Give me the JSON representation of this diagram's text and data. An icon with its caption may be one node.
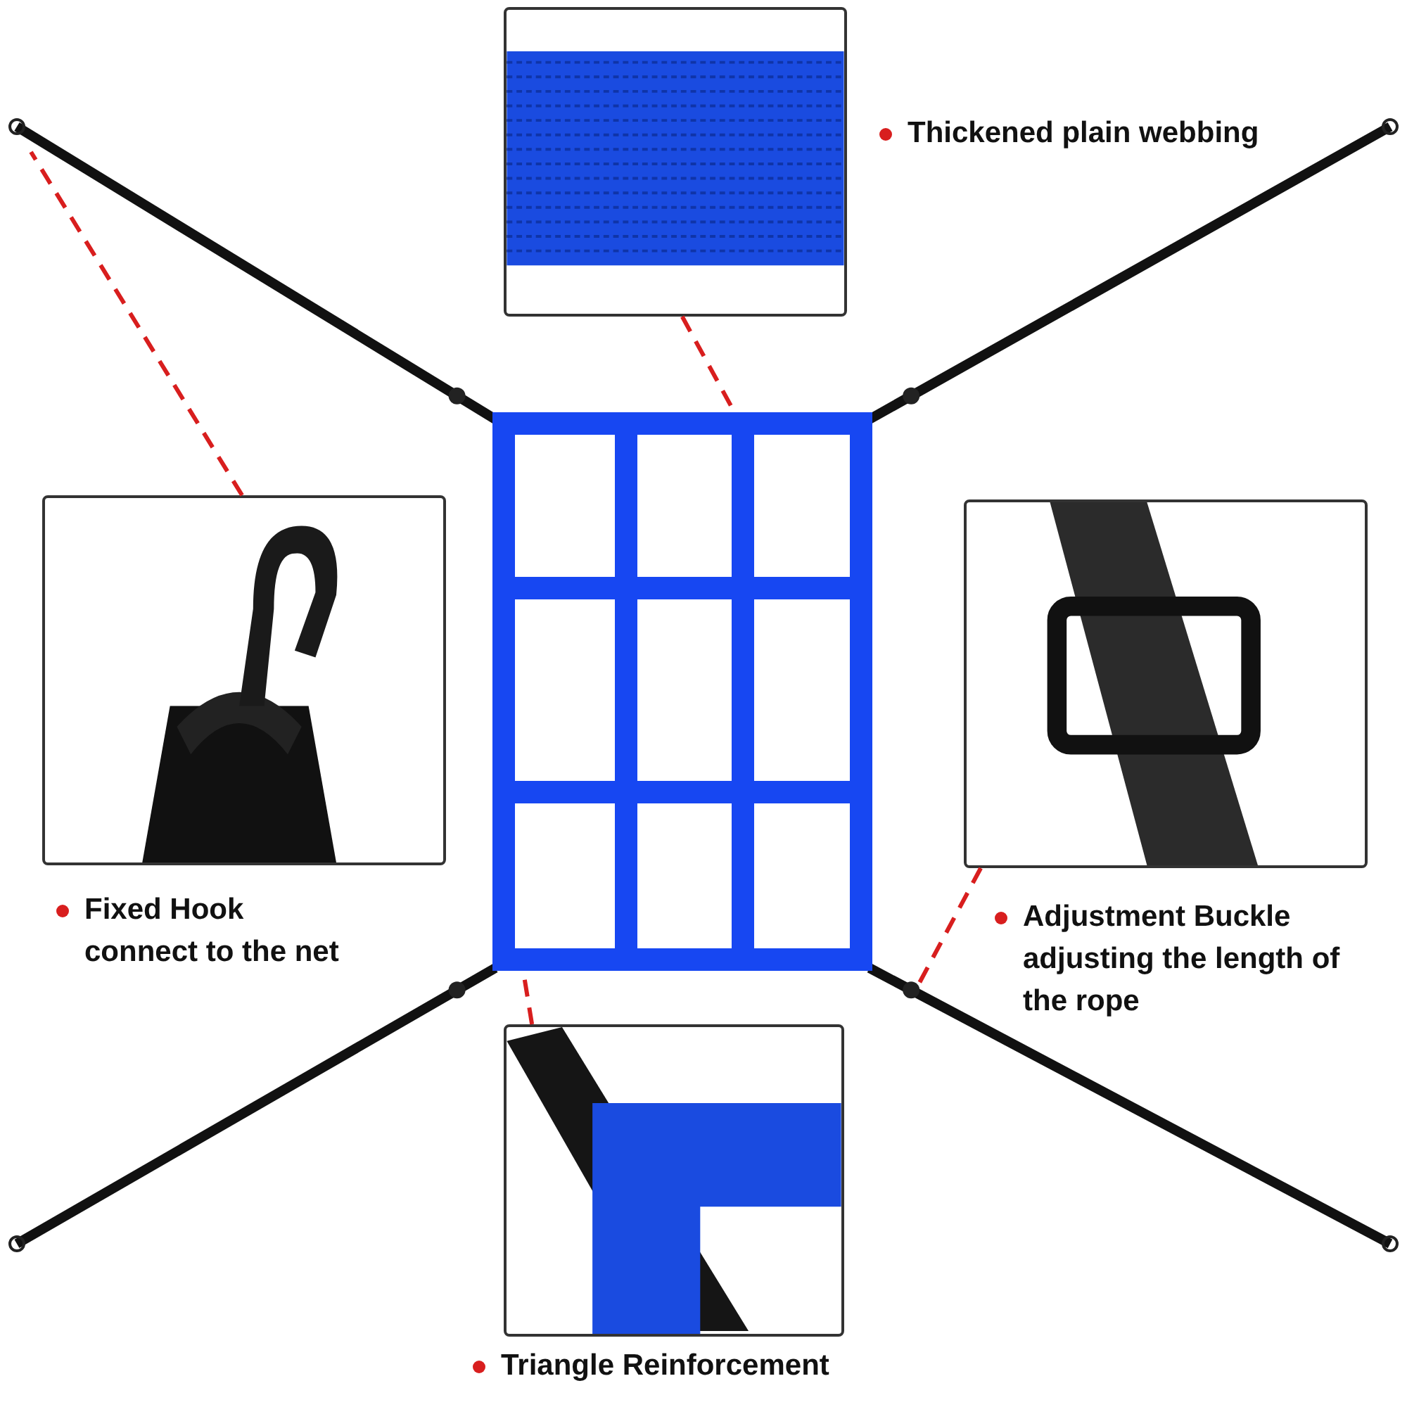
{
  "diagram": {
    "nodes": [
      {
        "text": [],
        "shape": "picture"
      },
      {
        "text": [],
        "shape": "picture",
        "beside": [
          "Thickened plain webbing"
        ]
      },
      {
        "text": [],
        "shape": "picture",
        "beside": [
          "Fixed Hook",
          "connect to the net"
        ]
      },
      {
        "text": [],
        "shape": "picture",
        "beside": [
          "Adjustment Buckle",
          "adjusting the length of the rope"
        ]
      },
      {
        "text": [],
        "shape": "picture",
        "beside": [
          "Triangle Reinforcement"
        ]
      }
    ],
    "edges": [
      {
        "from": 1,
        "to": 0,
        "arrow": "none",
        "style": "dashed"
      },
      {
        "from": 2,
        "to": null,
        "arrow": "none",
        "style": "dashed"
      },
      {
        "from": 3,
        "to": null,
        "arrow": "none",
        "style": "dashed"
      },
      {
        "from": 4,
        "to": 0,
        "arrow": "none",
        "style": "dashed"
      }
    ]
  }
}
